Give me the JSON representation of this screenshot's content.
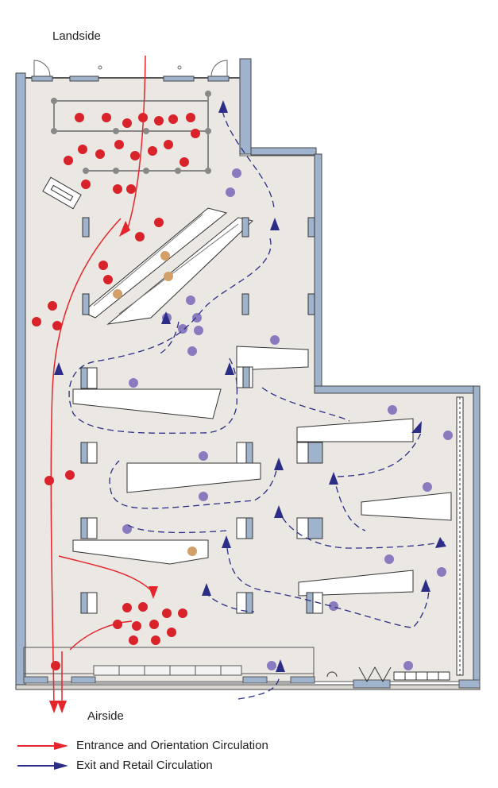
{
  "labels": {
    "landside": "Landside",
    "airside": "Airside"
  },
  "legend": [
    {
      "label": "Entrance and Orientation Circulation",
      "color": "#e5242b"
    },
    {
      "label": "Exit and Retail Circulation",
      "color": "#2b2d86"
    }
  ],
  "colors": {
    "floor": "#ebe8e3",
    "wall": "#9fb4cc",
    "entrance": "#e5242b",
    "exit": "#2b2d86",
    "people_red": "#d8232a",
    "people_purple": "#8a7bbf",
    "people_tan": "#d4a06a"
  }
}
